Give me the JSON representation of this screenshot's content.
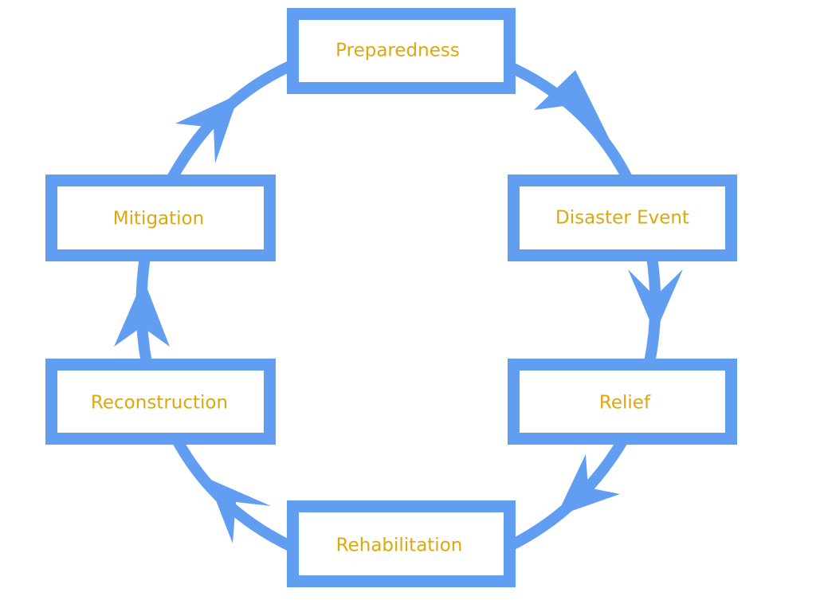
{
  "diagram": {
    "type": "cycle",
    "stages": [
      {
        "label": "Preparedness"
      },
      {
        "label": "Disaster Event"
      },
      {
        "label": "Relief"
      },
      {
        "label": "Rehabilitation"
      },
      {
        "label": "Reconstruction"
      },
      {
        "label": "Mitigation"
      }
    ],
    "colors": {
      "stroke": "#619ef2",
      "text": "#dca80e"
    }
  }
}
